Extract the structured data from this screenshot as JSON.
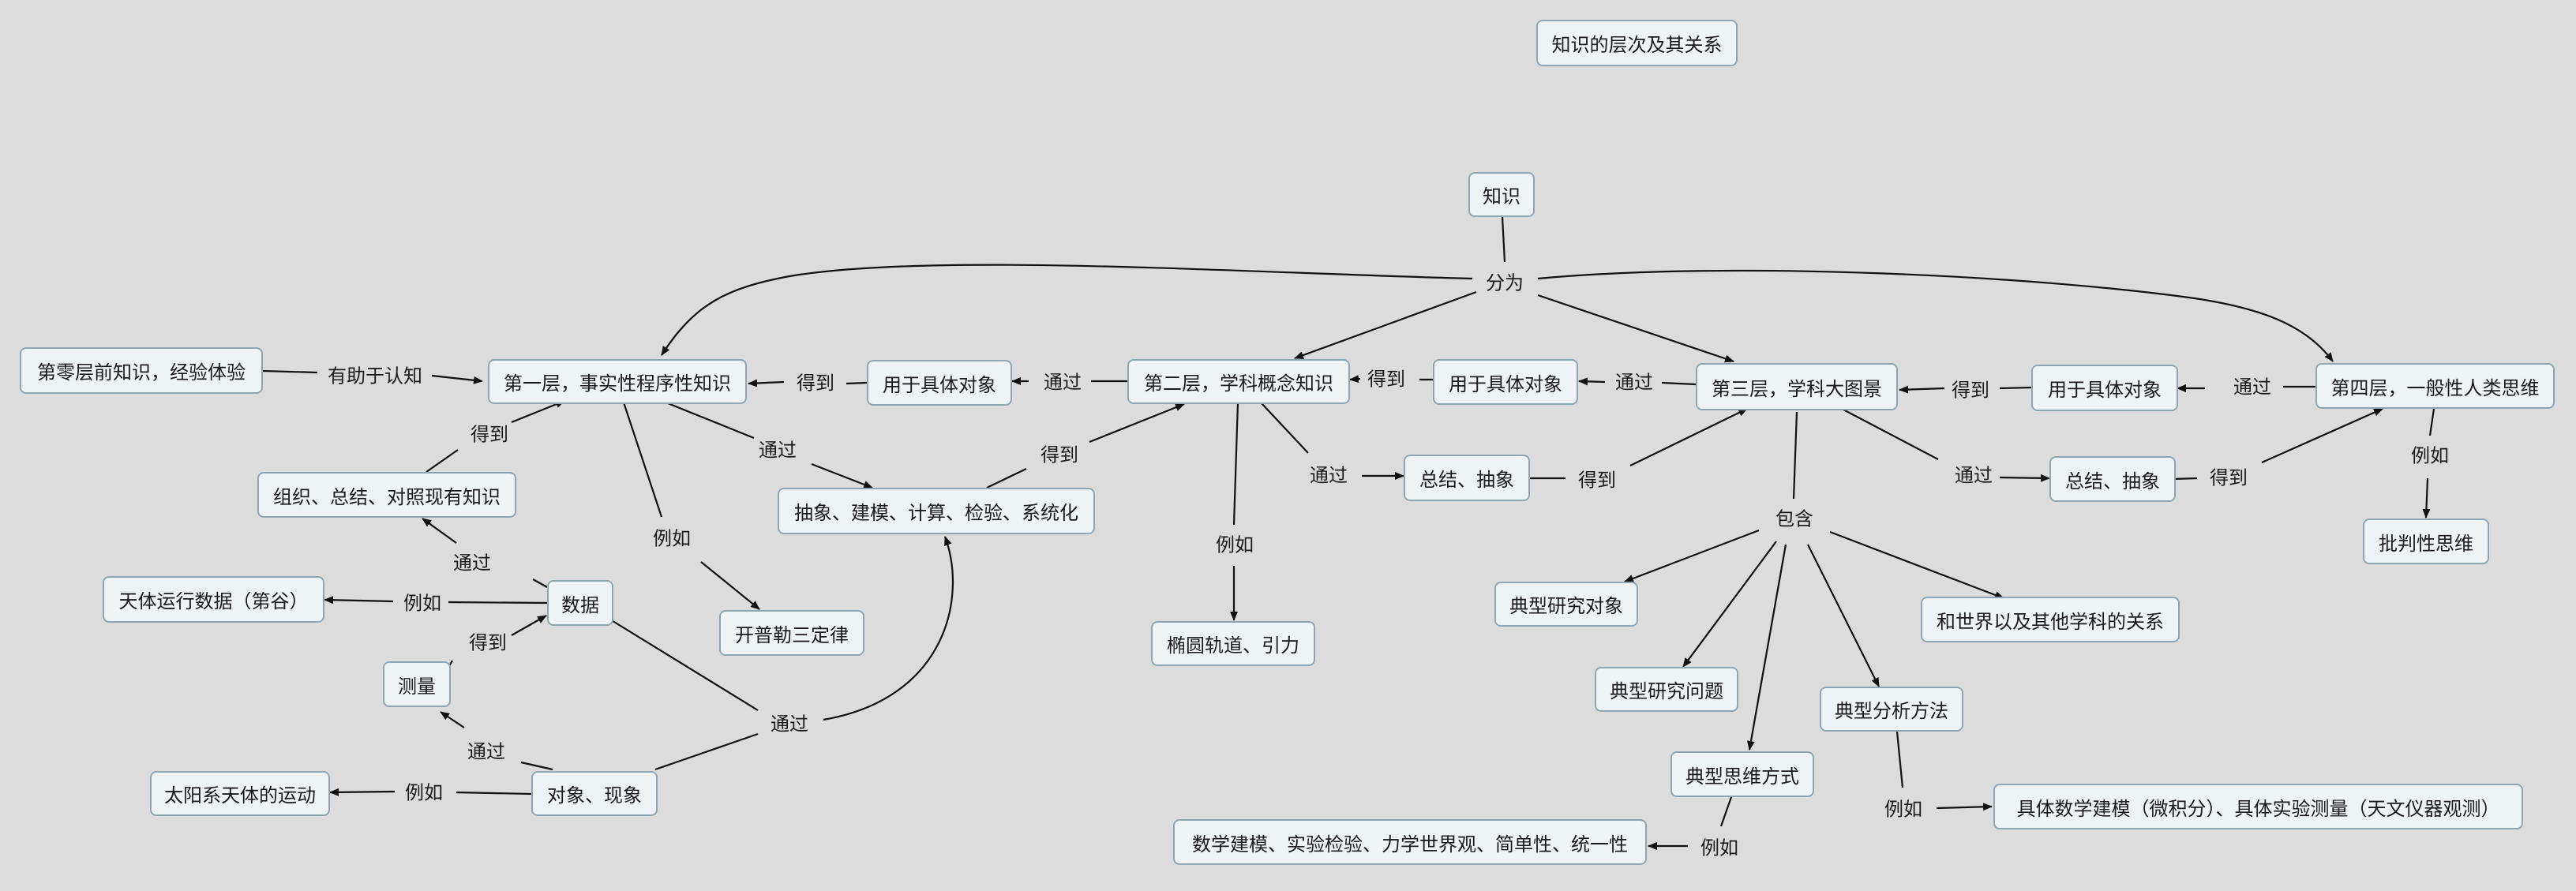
{
  "title": "知识的层次及其关系",
  "nodes": {
    "zhishi": "知识",
    "layer0": "第零层前知识，经验体验",
    "layer1": "第一层，事实性程序性知识",
    "apply1": "用于具体对象",
    "layer2": "第二层，学科概念知识",
    "apply2": "用于具体对象",
    "layer3": "第三层，学科大图景",
    "apply3": "用于具体对象",
    "layer4": "第四层，一般性人类思维",
    "organize": "组织、总结、对照现有知识",
    "abstract_model": "抽象、建模、计算、检验、系统化",
    "summary1": "总结、抽象",
    "summary2": "总结、抽象",
    "critical": "批判性思维",
    "astro_data": "天体运行数据（第谷）",
    "data": "数据",
    "kepler": "开普勒三定律",
    "ellipse": "椭圆轨道、引力",
    "measure": "测量",
    "solar": "太阳系天体的运动",
    "object": "对象、现象",
    "typ_obj": "典型研究对象",
    "typ_prob": "典型研究问题",
    "typ_think": "典型思维方式",
    "typ_method": "典型分析方法",
    "world_rel": "和世界以及其他学科的关系",
    "math_model": "数学建模、实验检验、力学世界观、简单性、统一性",
    "calc_model": "具体数学建模（微积分）、具体实验测量（天文仪器观测）"
  },
  "labels": {
    "fenwei": "分为",
    "helps": "有助于认知",
    "get_a": "得到",
    "via_a": "通过",
    "get_b": "得到",
    "via_b": "通过",
    "get_c": "得到",
    "via_c": "通过",
    "get_org": "得到",
    "via_org": "通过",
    "via_abs": "通过",
    "get_abs": "得到",
    "eg1": "例如",
    "eg2": "例如",
    "via_s1": "通过",
    "get_s1": "得到",
    "include": "包含",
    "via_s2": "通过",
    "get_s2": "得到",
    "eg4": "例如",
    "eg_data": "例如",
    "get_data": "得到",
    "via_data": "通过",
    "eg_obj": "例如",
    "eg_think": "例如",
    "eg_method": "例如"
  }
}
